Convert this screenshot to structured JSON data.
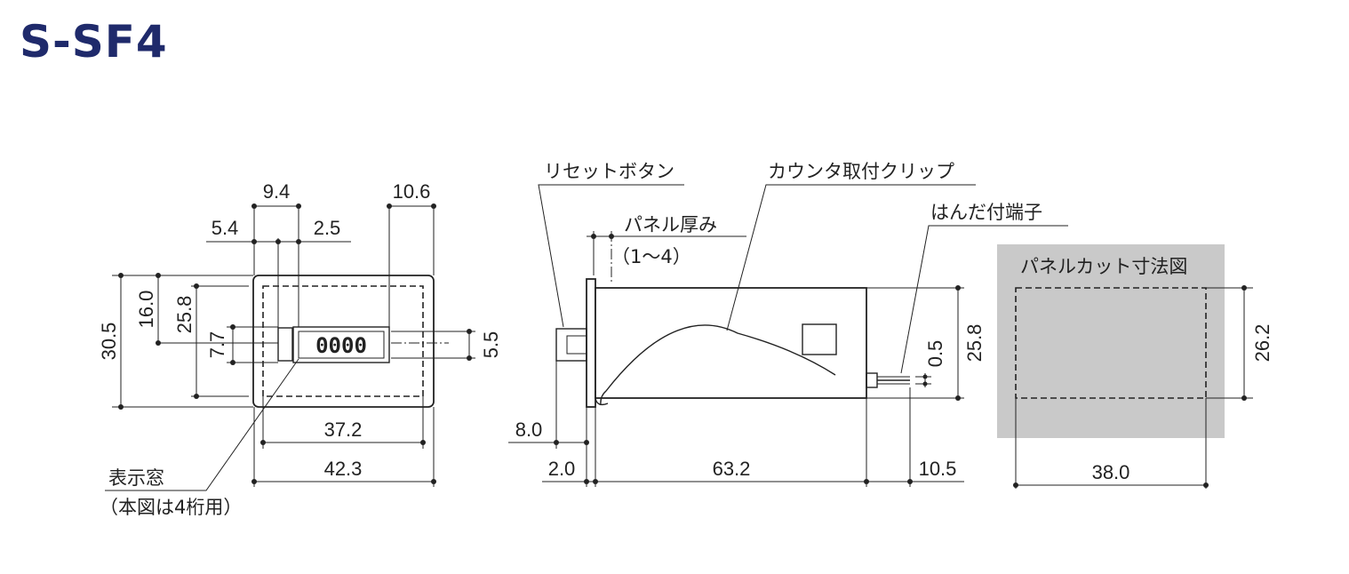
{
  "title": "S-SF4",
  "front_view": {
    "dimensions": {
      "d_9_4": "9.4",
      "d_10_6": "10.6",
      "d_5_4": "5.4",
      "d_2_5": "2.5",
      "d_30_5": "30.5",
      "d_16_0": "16.0",
      "d_25_8": "25.8",
      "d_7_7": "7.7",
      "d_5_5": "5.5",
      "d_37_2": "37.2",
      "d_42_3": "42.3"
    },
    "display_digits": "0000",
    "window_label": "表示窓",
    "window_note": "（本図は4桁用）"
  },
  "side_view": {
    "labels": {
      "reset_button": "リセットボタン",
      "mount_clip": "カウンタ取付クリップ",
      "panel_thickness": "パネル厚み",
      "panel_thickness_range": "（1～4）",
      "solder_terminal": "はんだ付端子"
    },
    "dimensions": {
      "d_25_8": "25.8",
      "d_0_5": "0.5",
      "d_8_0": "8.0",
      "d_2_0": "2.0",
      "d_63_2": "63.2",
      "d_10_5": "10.5"
    }
  },
  "panel_cutout": {
    "label": "パネルカット寸法図",
    "dimensions": {
      "d_26_2": "26.2",
      "d_38_0": "38.0"
    },
    "fill_color": "#c9c9c9"
  },
  "colors": {
    "title": "#1f2a6b",
    "line": "#222222"
  }
}
